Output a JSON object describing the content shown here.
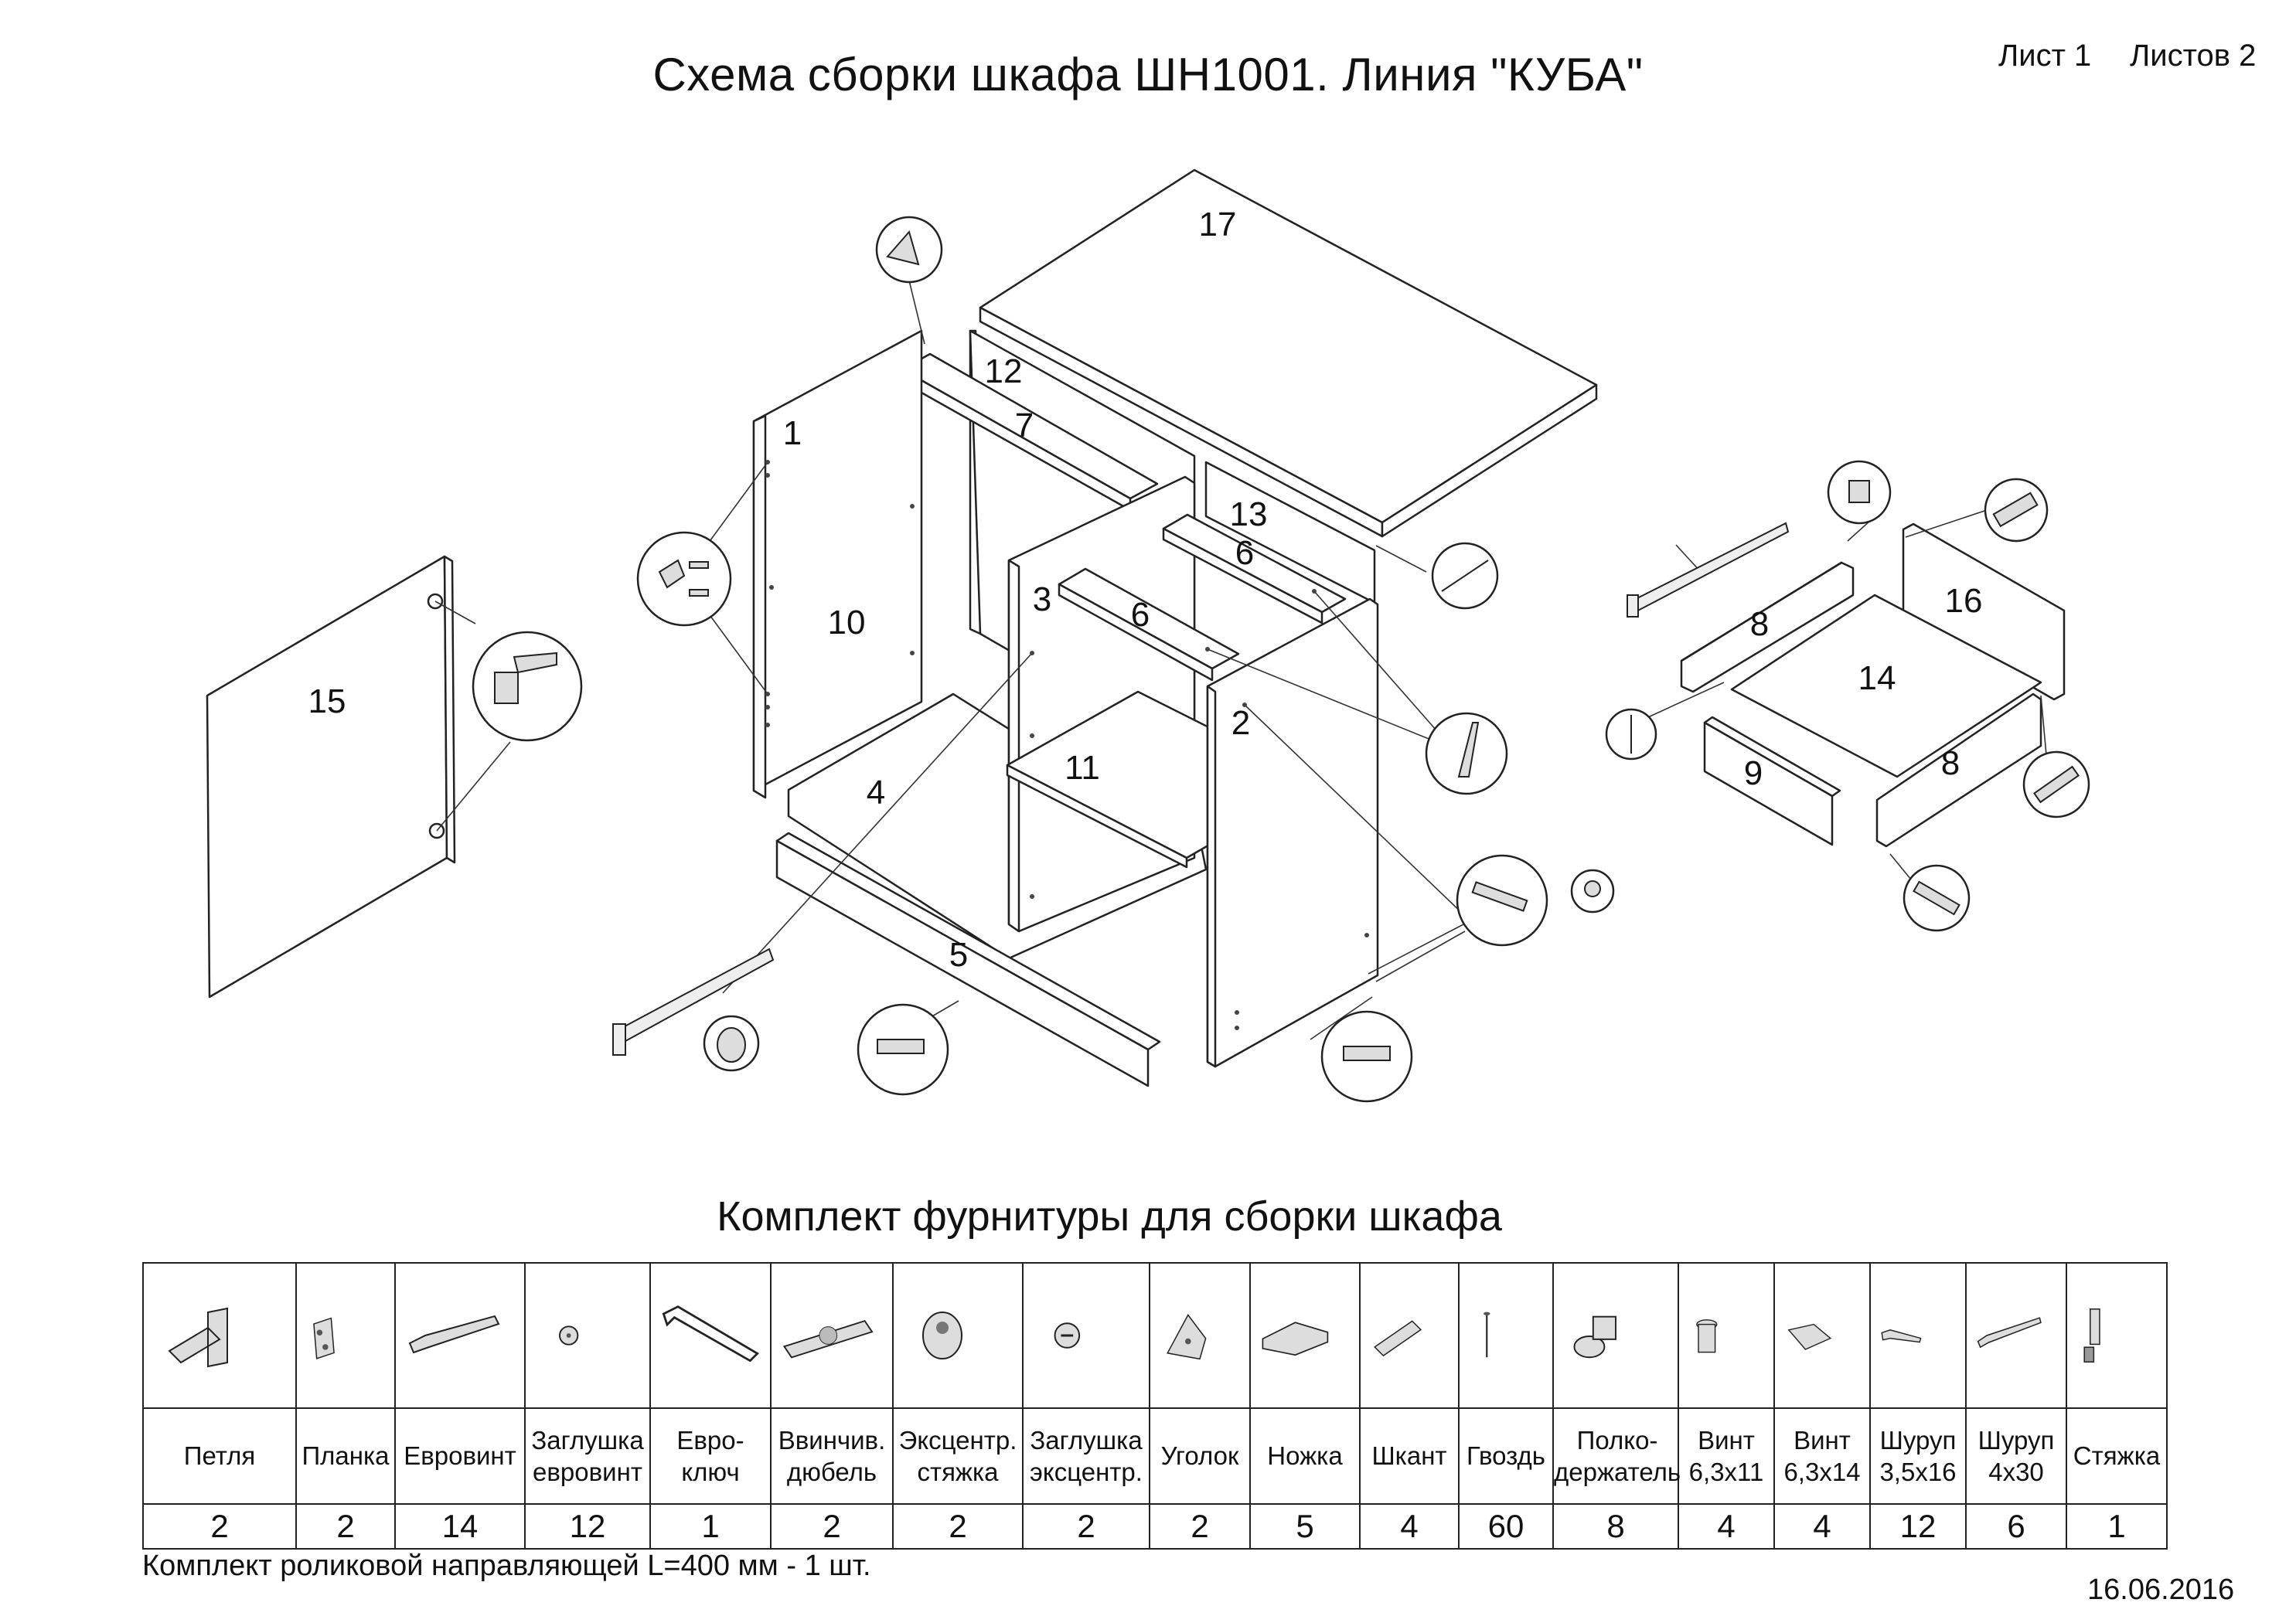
{
  "header": {
    "title": "Схема сборки шкафа ШН1001. Линия \"КУБА\"",
    "sheet": "Лист 1",
    "sheets_total": "Листов 2"
  },
  "parts": {
    "p1": "1",
    "p2": "2",
    "p3": "3",
    "p4": "4",
    "p5": "5",
    "p6a": "6",
    "p6b": "6",
    "p7": "7",
    "p8a": "8",
    "p8b": "8",
    "p9": "9",
    "p10": "10",
    "p11": "11",
    "p12": "12",
    "p13": "13",
    "p14": "14",
    "p15": "15",
    "p16": "16",
    "p17": "17"
  },
  "kit": {
    "title": "Комплект фурнитуры для сборки шкафа",
    "items": [
      {
        "icon": "hinge-icon",
        "name": "Петля",
        "qty": "2"
      },
      {
        "icon": "mounting-plate-icon",
        "name": "Планка",
        "qty": "2"
      },
      {
        "icon": "euroscrew-icon",
        "name": "Евровинт",
        "qty": "14"
      },
      {
        "icon": "euroscrew-cap-icon",
        "name": "Заглушка евровинт",
        "qty": "12"
      },
      {
        "icon": "hex-key-icon",
        "name": "Евро- ключ",
        "qty": "1"
      },
      {
        "icon": "screw-dowel-icon",
        "name": "Ввинчив. дюбель",
        "qty": "2"
      },
      {
        "icon": "cam-lock-icon",
        "name": "Эксцентр. стяжка",
        "qty": "2"
      },
      {
        "icon": "cam-cap-icon",
        "name": "Заглушка эксцентр.",
        "qty": "2"
      },
      {
        "icon": "corner-bracket-icon",
        "name": "Уголок",
        "qty": "2"
      },
      {
        "icon": "foot-icon",
        "name": "Ножка",
        "qty": "5"
      },
      {
        "icon": "wood-dowel-icon",
        "name": "Шкант",
        "qty": "4"
      },
      {
        "icon": "nail-icon",
        "name": "Гвоздь",
        "qty": "60"
      },
      {
        "icon": "shelf-support-icon",
        "name": "Полко- держатель",
        "qty": "8"
      },
      {
        "icon": "screw-6-3x11-icon",
        "name": "Винт 6,3х11",
        "qty": "4"
      },
      {
        "icon": "screw-6-3x14-icon",
        "name": "Винт 6,3х14",
        "qty": "4"
      },
      {
        "icon": "wood-screw-3-5x16-icon",
        "name": "Шуруп 3,5х16",
        "qty": "12"
      },
      {
        "icon": "wood-screw-4x30-icon",
        "name": "Шуруп 4х30",
        "qty": "6"
      },
      {
        "icon": "connector-bolt-icon",
        "name": "Стяжка",
        "qty": "1"
      }
    ]
  },
  "footnote": "Комплект роликовой направляющей L=400 мм - 1 шт.",
  "date": "16.06.2016"
}
